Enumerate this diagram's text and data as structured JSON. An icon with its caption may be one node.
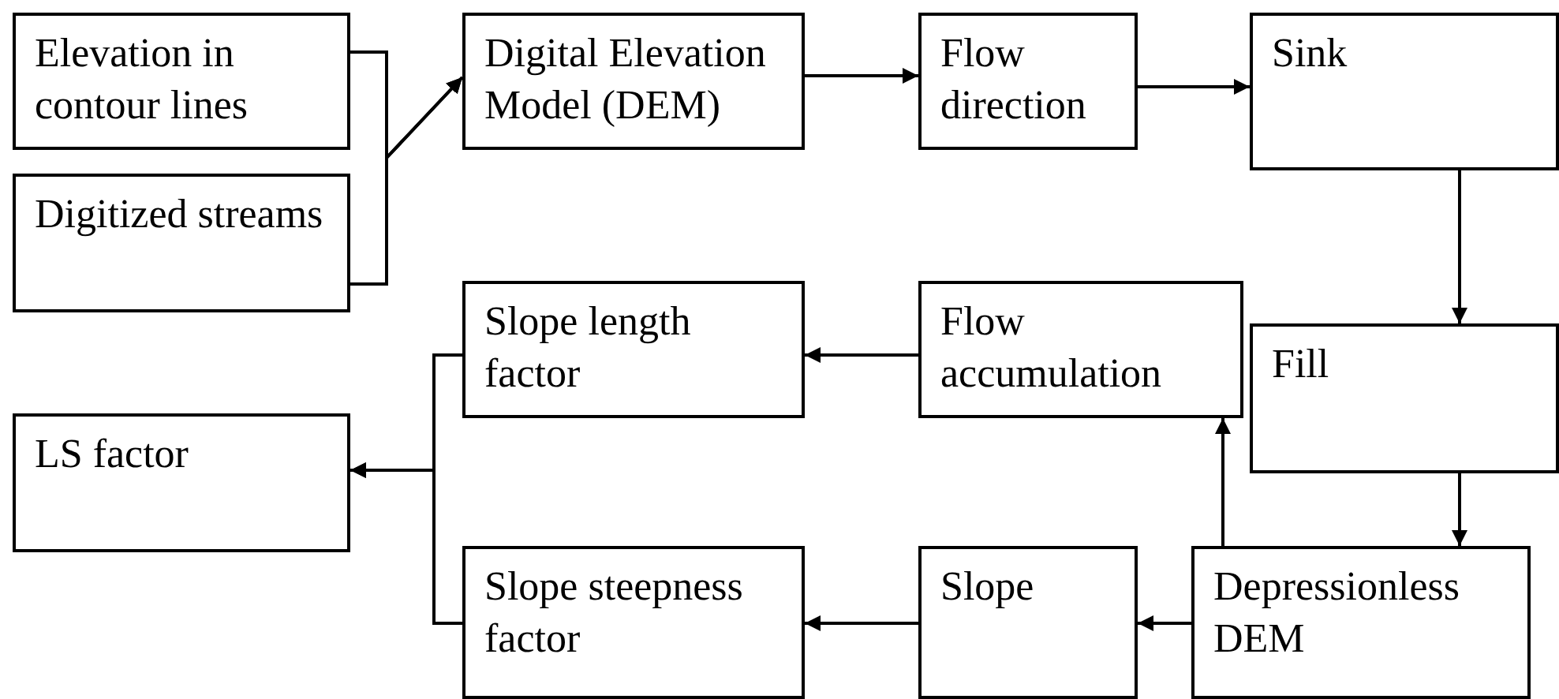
{
  "diagram": {
    "nodes": [
      {
        "text": [
          "Elevation in contour lines"
        ]
      },
      {
        "text": [
          "Digitized streams"
        ]
      },
      {
        "text": [
          "Digital Elevation Model (DEM)"
        ]
      },
      {
        "text": [
          "Flow direction"
        ]
      },
      {
        "text": [
          "Sink"
        ]
      },
      {
        "text": [
          "Fill"
        ]
      },
      {
        "text": [
          "Slope length factor"
        ]
      },
      {
        "text": [
          "Flow accumulation"
        ]
      },
      {
        "text": [
          "LS factor"
        ]
      },
      {
        "text": [
          "Slope steepness factor"
        ]
      },
      {
        "text": [
          "Slope"
        ]
      },
      {
        "text": [
          "Depressionless DEM"
        ]
      }
    ],
    "edges": [
      {
        "from": 0,
        "to": 2,
        "arrow": "to"
      },
      {
        "from": 1,
        "to": 2,
        "arrow": "to"
      },
      {
        "from": 2,
        "to": 3,
        "arrow": "to"
      },
      {
        "from": 3,
        "to": 4,
        "arrow": "to"
      },
      {
        "from": 4,
        "to": 5,
        "arrow": "to"
      },
      {
        "from": 5,
        "to": 11,
        "arrow": "to"
      },
      {
        "from": 11,
        "to": 10,
        "arrow": "to"
      },
      {
        "from": 11,
        "to": 7,
        "arrow": "to"
      },
      {
        "from": 7,
        "to": 6,
        "arrow": "to"
      },
      {
        "from": 6,
        "to": 8,
        "arrow": "to"
      },
      {
        "from": 9,
        "to": 8,
        "arrow": "to"
      },
      {
        "from": 10,
        "to": 9,
        "arrow": "to"
      }
    ]
  }
}
